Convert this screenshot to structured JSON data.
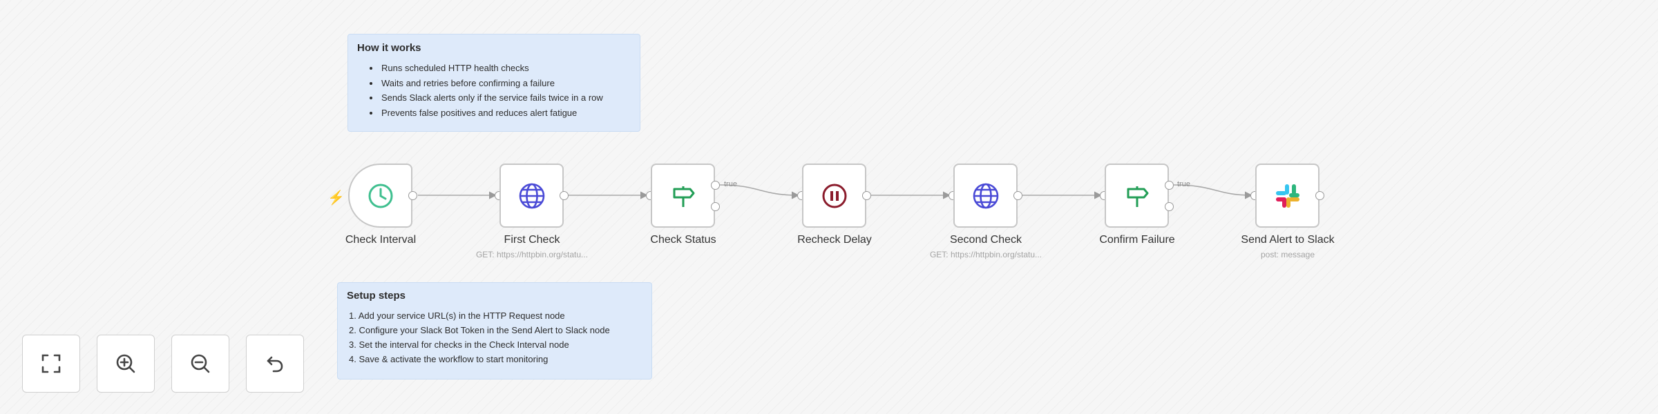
{
  "notes": {
    "how_it_works": {
      "title": "How it works",
      "items": [
        "Runs scheduled HTTP health checks",
        "Waits and retries before confirming a failure",
        "Sends Slack alerts only if the service fails twice in a row",
        "Prevents false positives and reduces alert fatigue"
      ]
    },
    "setup_steps": {
      "title": "Setup steps",
      "items": [
        "1. Add your service URL(s) in the HTTP Request node",
        "2. Configure your Slack Bot Token in the Send Alert to Slack node",
        "3. Set the interval for checks in the Check Interval node",
        "4. Save & activate the workflow to start monitoring"
      ]
    }
  },
  "nodes": [
    {
      "id": "check_interval",
      "title": "Check Interval",
      "subtitle": "",
      "icon": "clock-icon"
    },
    {
      "id": "first_check",
      "title": "First Check",
      "subtitle": "GET: https://httpbin.org/statu...",
      "icon": "globe-icon"
    },
    {
      "id": "check_status",
      "title": "Check Status",
      "subtitle": "",
      "icon": "signpost-icon"
    },
    {
      "id": "recheck_delay",
      "title": "Recheck Delay",
      "subtitle": "",
      "icon": "pause-icon"
    },
    {
      "id": "second_check",
      "title": "Second Check",
      "subtitle": "GET: https://httpbin.org/statu...",
      "icon": "globe-icon"
    },
    {
      "id": "confirm_failure",
      "title": "Confirm Failure",
      "subtitle": "",
      "icon": "signpost-icon"
    },
    {
      "id": "send_alert",
      "title": "Send Alert to Slack",
      "subtitle": "post: message",
      "icon": "slack-icon"
    }
  ],
  "edge_labels": {
    "check_status_true": "true",
    "confirm_failure_true": "true"
  },
  "controls": [
    {
      "name": "fit-view-button",
      "icon": "fit-view-icon"
    },
    {
      "name": "zoom-in-button",
      "icon": "zoom-in-icon"
    },
    {
      "name": "zoom-out-button",
      "icon": "zoom-out-icon"
    },
    {
      "name": "reset-zoom-button",
      "icon": "undo-icon"
    }
  ],
  "colors": {
    "canvas_bg": "#f6f6f6",
    "sticky_bg": "#deeafa",
    "trigger_accent": "#ff6d5a",
    "clock_icon": "#3fbf8f",
    "globe_icon": "#4a4ad6",
    "signpost_icon": "#229e56",
    "pause_icon": "#8b1c2c"
  }
}
